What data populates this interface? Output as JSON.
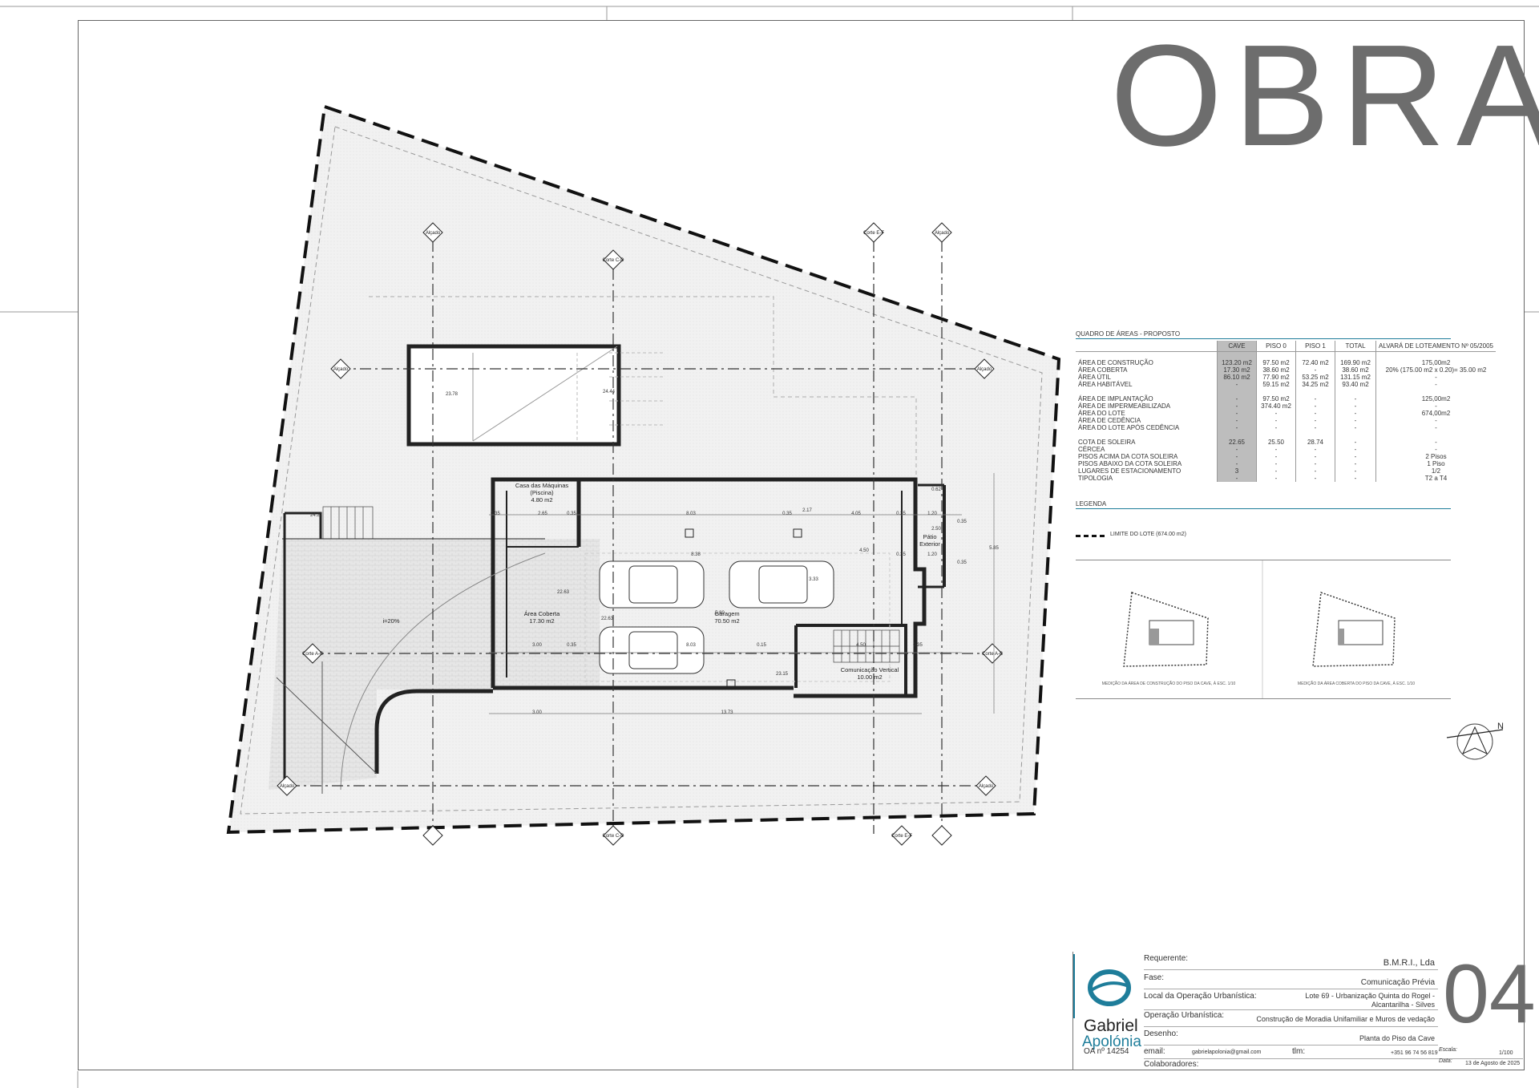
{
  "title": "OBRA",
  "plan": {
    "labels": {
      "casa_maquinas": "Casa das Máquinas",
      "casa_maquinas_sub": "(Piscina)",
      "casa_maquinas_area": "4.80 m2",
      "garagem": "Garagem",
      "garagem_area": "70.50 m2",
      "area_coberta": "Área Coberta",
      "area_coberta_area": "17.30 m2",
      "patio": "Pátio",
      "patio_sub": "Exterior",
      "comunicacao": "Comunicação Vertical",
      "comunicacao_area": "10.00 m2",
      "slope": "i=20%"
    },
    "levels": [
      "23.78",
      "24.44",
      "24.22",
      "22.63",
      "22.63",
      "23.15"
    ],
    "dims": {
      "d_035": "0.35",
      "d_265": "2.65",
      "d_803": "8.03",
      "d_405": "4.05",
      "d_120": "1.20",
      "d_838": "8.38",
      "d_217": "2.17",
      "d_300": "3.00",
      "d_1373": "13.73",
      "d_585": "5.85",
      "d_450": "4.50",
      "d_580": "5.80",
      "d_333": "3.33",
      "d_015": "0.15",
      "d_250": "2.50",
      "d_062": "0.62"
    },
    "section_markers": [
      "Corte C-D",
      "Corte E-F",
      "Corte A-B",
      "Alçado"
    ],
    "north": "N"
  },
  "quadro": {
    "title": "QUADRO DE ÁREAS - PROPOSTO",
    "headers": [
      "CAVE",
      "PISO 0",
      "PISO 1",
      "TOTAL",
      "ALVARÁ DE LOTEAMENTO Nº 05/2005"
    ],
    "rows": [
      [
        "ÁREA DE CONSTRUÇÃO",
        "123.20 m2",
        "97.50 m2",
        "72.40 m2",
        "169.90 m2",
        "175,00m2"
      ],
      [
        "ÁREA COBERTA",
        "17.30 m2",
        "38.60 m2",
        "-",
        "38.60 m2",
        "20% (175.00 m2 x 0.20)= 35.00 m2"
      ],
      [
        "ÁREA ÚTIL",
        "86.10 m2",
        "77.90 m2",
        "53.25 m2",
        "131.15 m2",
        "-"
      ],
      [
        "ÁREA HABITÁVEL",
        "-",
        "59.15 m2",
        "34.25 m2",
        "93.40 m2",
        "-"
      ],
      [
        "",
        "",
        "",
        "",
        "",
        ""
      ],
      [
        "ÁREA DE IMPLANTAÇÃO",
        "-",
        "97.50 m2",
        "-",
        "-",
        "125,00m2"
      ],
      [
        "ÁREA DE IMPERMEABILIZADA",
        "-",
        "374.40 m2",
        "-",
        "-",
        "-"
      ],
      [
        "ÁREA DO LOTE",
        "-",
        "-",
        "-",
        "-",
        "674,00m2"
      ],
      [
        "ÁREA DE CEDÊNCIA",
        "-",
        "-",
        "-",
        "-",
        "-"
      ],
      [
        "ÁREA DO LOTE APÓS CEDÊNCIA",
        "-",
        "-",
        "-",
        "-",
        "-"
      ],
      [
        "",
        "",
        "",
        "",
        "",
        ""
      ],
      [
        "COTA DE SOLEIRA",
        "22.65",
        "25.50",
        "28.74",
        "-",
        "-"
      ],
      [
        "CÉRCEA",
        "-",
        "-",
        "-",
        "-",
        "-"
      ],
      [
        "PISOS ACIMA DA COTA SOLEIRA",
        "-",
        "-",
        "-",
        "-",
        "2 Pisos"
      ],
      [
        "PISOS ABAIXO DA COTA SOLEIRA",
        "-",
        "-",
        "-",
        "-",
        "1 Piso"
      ],
      [
        "LUGARES DE ESTACIONAMENTO",
        "3",
        "-",
        "-",
        "-",
        "1/2"
      ],
      [
        "TIPOLOGIA",
        "-",
        "-",
        "-",
        "-",
        "T2 a T4"
      ]
    ]
  },
  "legenda": {
    "title": "LEGENDA",
    "line_label": "LIMITE DO LOTE (674.00 m2)",
    "thumb1_caption": "MEDIÇÃO DA ÁREA DE CONSTRUÇÃO DO PISO DA CAVE, À ESC. 1/10",
    "thumb2_caption": "MEDIÇÃO DA ÁREA COBERTA DO PISO DA CAVE, À ESC. 1/10"
  },
  "titleblock": {
    "logo_line1": "Gabriel",
    "logo_line2": "Apolónia",
    "oa": "OA nº 14254",
    "requerente_label": "Requerente:",
    "requerente": "B.M.R.I., Lda",
    "fase_label": "Fase:",
    "fase": "Comunicação Prévia",
    "local_label": "Local da Operação Urbanística:",
    "local_1": "Lote 69 - Urbanização Quinta do Rogel -",
    "local_2": "Alcantarilha - Silves",
    "operacao_label": "Operação Urbanística:",
    "operacao": "Construção de Moradia Unifamiliar e Muros de vedação",
    "desenho_label": "Desenho:",
    "desenho": "Planta do Piso da Cave",
    "email_label": "email:",
    "email": "gabrielapolonia@gmail.com",
    "tlm_label": "tlm:",
    "tlm": "+351 96 74 56 819",
    "escala_label": "Escala:",
    "escala": "1/100",
    "data_label": "Data:",
    "data": "13 de Agosto de 2025",
    "colaboradores_label": "Colaboradores:",
    "sheet_number": "04"
  },
  "colors": {
    "accent": "#1e7d9a",
    "paving": "#e8e8e8",
    "cave_col": "#bdbdbd"
  }
}
